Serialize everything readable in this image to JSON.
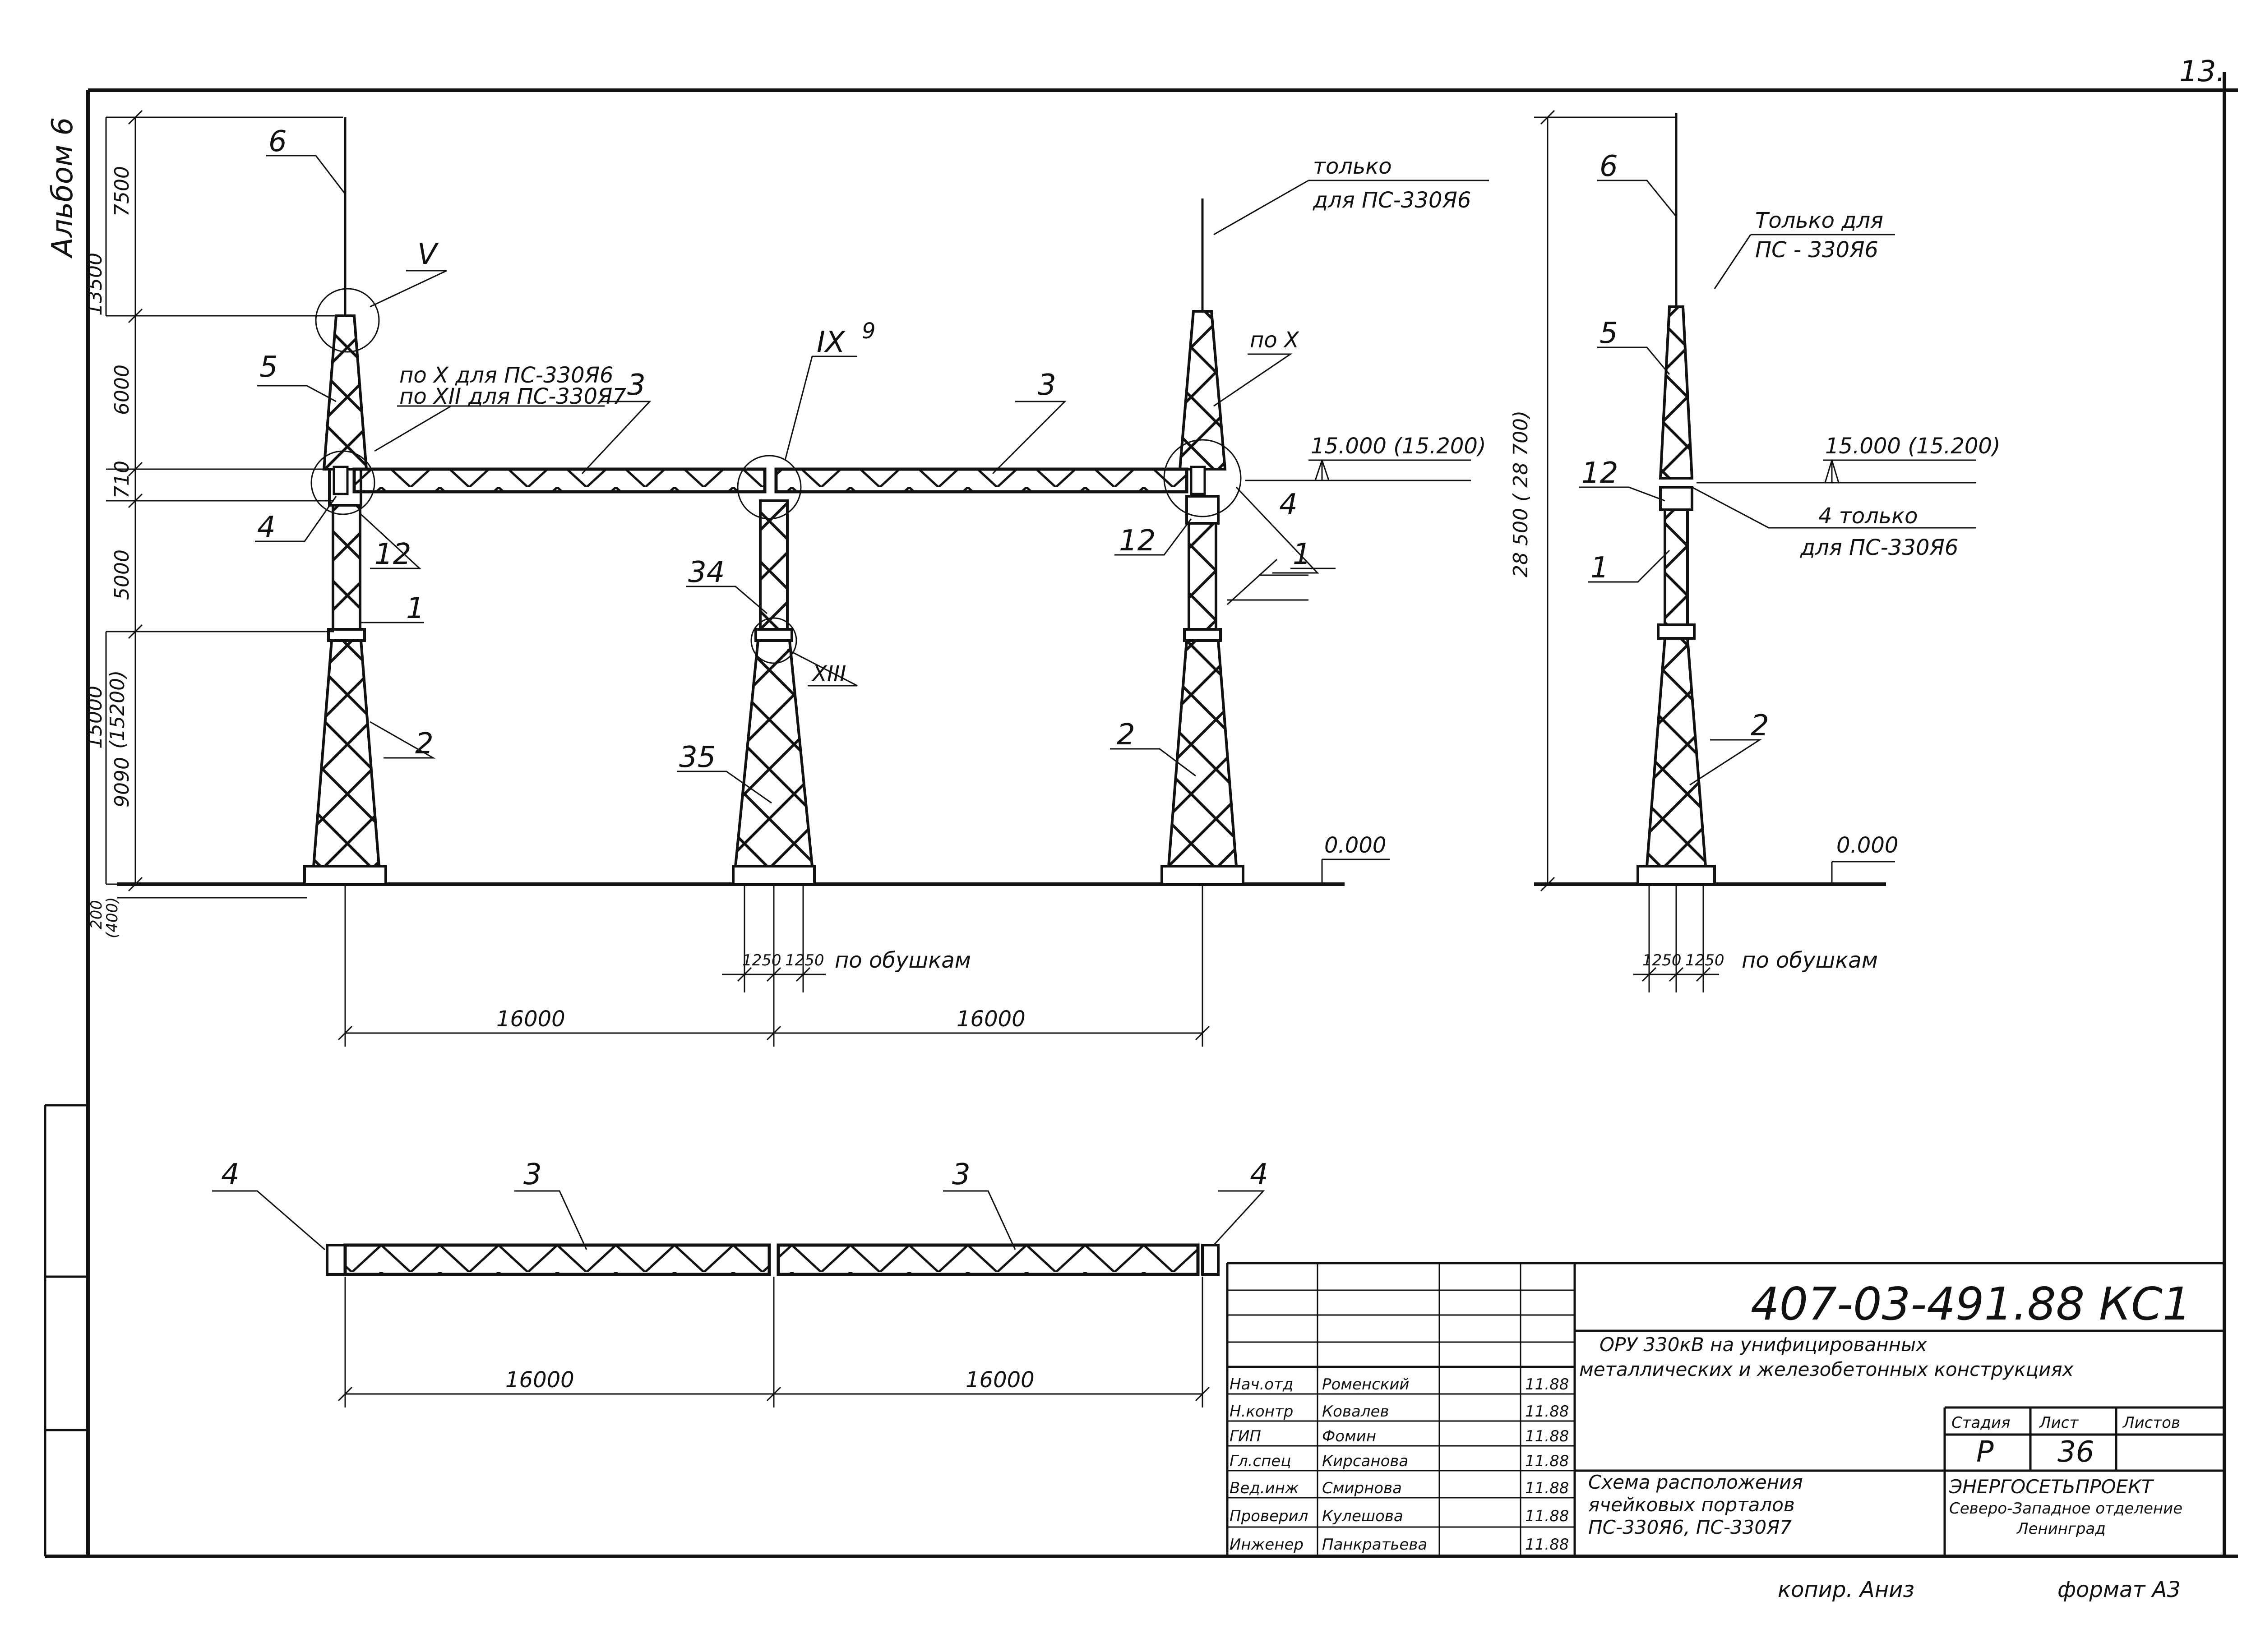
{
  "side_note": "Альбом 6",
  "page_number_mark": "13.",
  "front_view": {
    "labels": {
      "mast_top": "6",
      "node_v": "V",
      "upper_section": "5",
      "beam_left": "3",
      "beam_right": "3",
      "node_ix": "IX",
      "node_ix_sheet": "9",
      "bracket_left": "4",
      "bracket_right": "4",
      "joint_left": "12",
      "joint_right": "12",
      "middle_section": "1",
      "middle_section_right": "1",
      "base_left": "2",
      "base_right": "2",
      "center_upper": "34",
      "center_base": "35",
      "node_xiii": "XIII",
      "right_mast_only": "только",
      "right_mast_for": "для ПС-330Я6",
      "note_x_line1": "по X для ПС-330Я6",
      "note_x_line2": "по XII для ПС-330Я7",
      "note_x_right": "по X"
    },
    "levels": {
      "beam_level": "15.000 (15.200)",
      "ground_level": "0.000"
    },
    "vertical_dims": [
      "7500",
      "13500",
      "6000",
      "710",
      "5000",
      "15000",
      "(15200)",
      "9090",
      "200",
      "(400)"
    ],
    "horizontal_dims": {
      "span_left": "16000",
      "span_right": "16000",
      "legs_1": "1250",
      "legs_2": "1250",
      "legs_note": "по обушкам"
    }
  },
  "side_view": {
    "labels": {
      "mast_top": "6",
      "only_for_line1": "Только для",
      "only_for_line2": "ПС - 330Я6",
      "upper_section": "5",
      "joint": "12",
      "bracket_line1": "4 только",
      "bracket_line2": "для ПС-330Я6",
      "middle_section": "1",
      "base": "2"
    },
    "levels": {
      "beam_level": "15.000 (15.200)",
      "ground_level": "0.000"
    },
    "vertical_dims": [
      "28 500 ( 28 700)"
    ],
    "horizontal_dims": {
      "legs_1": "1250",
      "legs_2": "1250",
      "legs_note": "по обушкам"
    }
  },
  "plan_view": {
    "labels": {
      "end_left": "4",
      "beam_left": "3",
      "beam_right": "3",
      "end_right": "4"
    },
    "dims": [
      "16000",
      "16000"
    ]
  },
  "title_block": {
    "document_code": "407-03-491.88  КС1",
    "project_line1": "ОРУ 330кВ на унифицированных",
    "project_line2": "металлических и железобетонных конструкциях",
    "sheet_title_line1": "Схема расположения",
    "sheet_title_line2": "ячейковых порталов",
    "sheet_title_line3": "ПС-330Я6, ПС-330Я7",
    "stage_header": "Стадия",
    "sheet_header": "Лист",
    "sheets_header": "Листов",
    "stage": "Р",
    "sheet": "36",
    "sheets": "",
    "org_line1": "ЭНЕРГОСЕТЬПРОЕКТ",
    "org_line2": "Северо-Западное отделение",
    "org_line3": "Ленинград",
    "staff": [
      {
        "role": "Нач.отд",
        "name": "Роменский",
        "date": "11.88"
      },
      {
        "role": "Н.контр",
        "name": "Ковалев",
        "date": "11.88"
      },
      {
        "role": "ГИП",
        "name": "Фомин",
        "date": "11.88"
      },
      {
        "role": "Гл.спец",
        "name": "Кирсанова",
        "date": "11.88"
      },
      {
        "role": "Вед.инж",
        "name": "Смирнова",
        "date": "11.88"
      },
      {
        "role": "Проверил",
        "name": "Кулешова",
        "date": "11.88"
      },
      {
        "role": "Инженер",
        "name": "Панкратьева",
        "date": "11.88"
      }
    ]
  },
  "footer": {
    "copied": "копир. Аниз",
    "format": "формат А3"
  }
}
